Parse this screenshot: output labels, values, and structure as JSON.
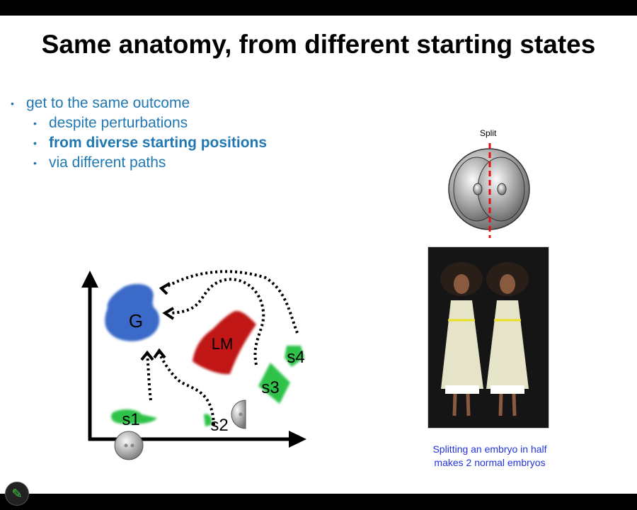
{
  "slide": {
    "title": "Same anatomy, from different starting states",
    "bullets": [
      {
        "text": "get to the same outcome",
        "level": 1,
        "bold": false
      },
      {
        "text": "despite perturbations",
        "level": 2,
        "bold": false
      },
      {
        "text": "from diverse starting positions",
        "level": 2,
        "bold": true
      },
      {
        "text": "via different paths",
        "level": 2,
        "bold": false
      }
    ],
    "bullet_char": "•",
    "diagram": {
      "goal": "G",
      "local_minimum": "LM",
      "starts": [
        "s1",
        "s2",
        "s3",
        "s4"
      ]
    },
    "split_label": "Split",
    "caption_line1": "Splitting an embryo in half",
    "caption_line2": "makes 2 normal embryos"
  },
  "colors": {
    "bullet_text": "#1f78b4",
    "caption": "#2233dd",
    "goal": "#3a6bc8",
    "lm": "#c01818",
    "start": "#2ec24a"
  },
  "toolbar": {
    "pen_icon": "pencil-icon"
  }
}
